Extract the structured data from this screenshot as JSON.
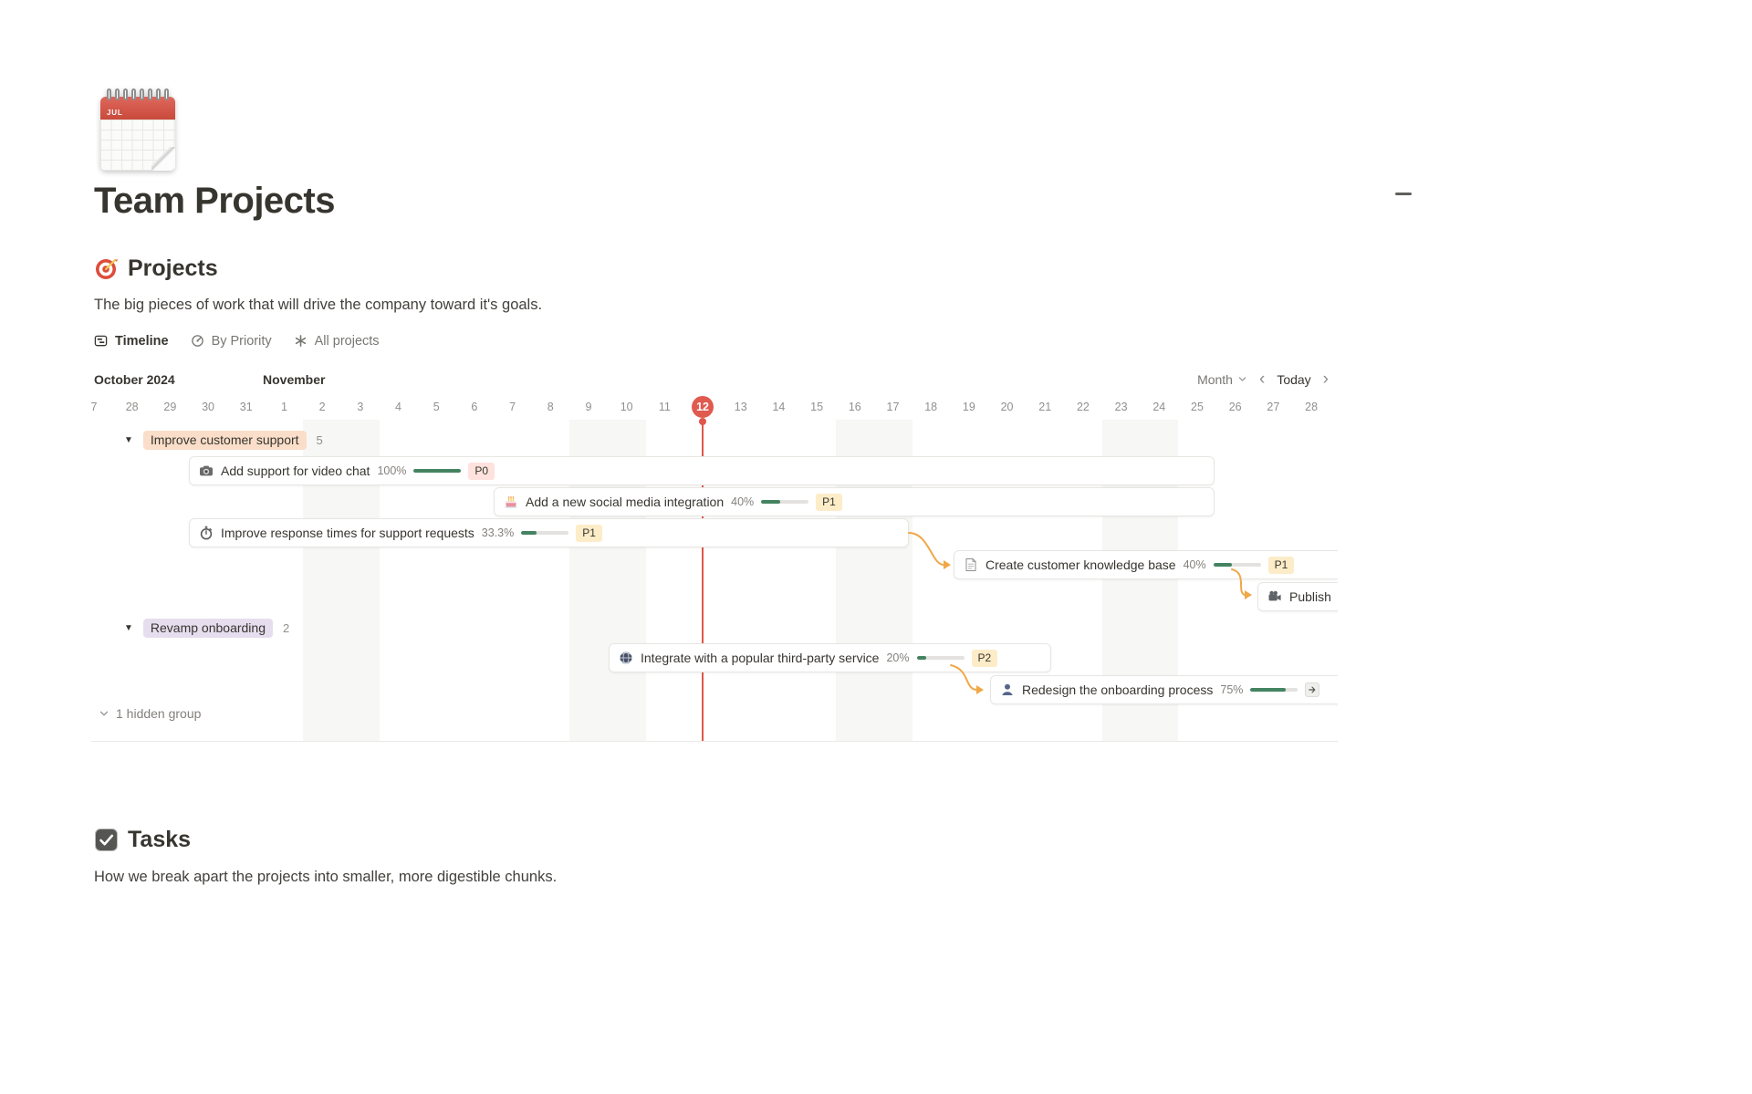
{
  "page": {
    "title": "Team Projects",
    "icon_month": "JUL"
  },
  "projects": {
    "title": "Projects",
    "description": "The big pieces of work that will drive the company toward it's goals.",
    "tabs": [
      {
        "label": "Timeline",
        "active": true
      },
      {
        "label": "By Priority",
        "active": false
      },
      {
        "label": "All projects",
        "active": false
      }
    ]
  },
  "timeline": {
    "month_left": "October 2024",
    "month_right": "November",
    "zoom_label": "Month",
    "today_label": "Today",
    "dates": [
      "7",
      "28",
      "29",
      "30",
      "31",
      "1",
      "2",
      "3",
      "4",
      "5",
      "6",
      "7",
      "8",
      "9",
      "10",
      "11",
      "12",
      "13",
      "14",
      "15",
      "16",
      "17",
      "18",
      "19",
      "20",
      "21",
      "22",
      "23",
      "24",
      "25",
      "26",
      "27",
      "28"
    ],
    "today_index": 16,
    "weekend_indices": [
      6,
      7,
      13,
      14,
      20,
      21,
      27,
      28
    ],
    "groups": [
      {
        "name": "Improve customer support",
        "count": "5",
        "color": "#fadec9"
      },
      {
        "name": "Revamp onboarding",
        "count": "2",
        "color": "#e6deee"
      }
    ],
    "hidden_group_label": "1 hidden group",
    "bars": [
      {
        "label": "Add support for video chat",
        "icon": "camera-icon",
        "percent": "100%",
        "progress": 100,
        "priority": "P0"
      },
      {
        "label": "Add a new social media integration",
        "icon": "cake-icon",
        "percent": "40%",
        "progress": 40,
        "priority": "P1"
      },
      {
        "label": "Improve response times for support requests",
        "icon": "stopwatch-icon",
        "percent": "33.3%",
        "progress": 33,
        "priority": "P1"
      },
      {
        "label": "Create customer knowledge base",
        "icon": "document-icon",
        "percent": "40%",
        "progress": 40,
        "priority": "P1"
      },
      {
        "label": "Publish",
        "icon": "movie-camera-icon"
      },
      {
        "label": "Integrate with a popular third-party service",
        "icon": "globe-icon",
        "percent": "20%",
        "progress": 20,
        "priority": "P2"
      },
      {
        "label": "Redesign the onboarding process",
        "icon": "person-icon",
        "percent": "75%",
        "progress": 75
      }
    ],
    "colors": {
      "today": "#e05a50",
      "progress_fill": "#448361",
      "arrow": "#f0a848",
      "p0_bg": "#ffe2dd",
      "p1_bg": "#fdecc8",
      "p2_bg": "#fdecc8",
      "group1_bg": "#fadec9",
      "group2_bg": "#e6deee"
    }
  },
  "tasks": {
    "title": "Tasks",
    "description": "How we break apart the projects into smaller, more digestible chunks."
  }
}
